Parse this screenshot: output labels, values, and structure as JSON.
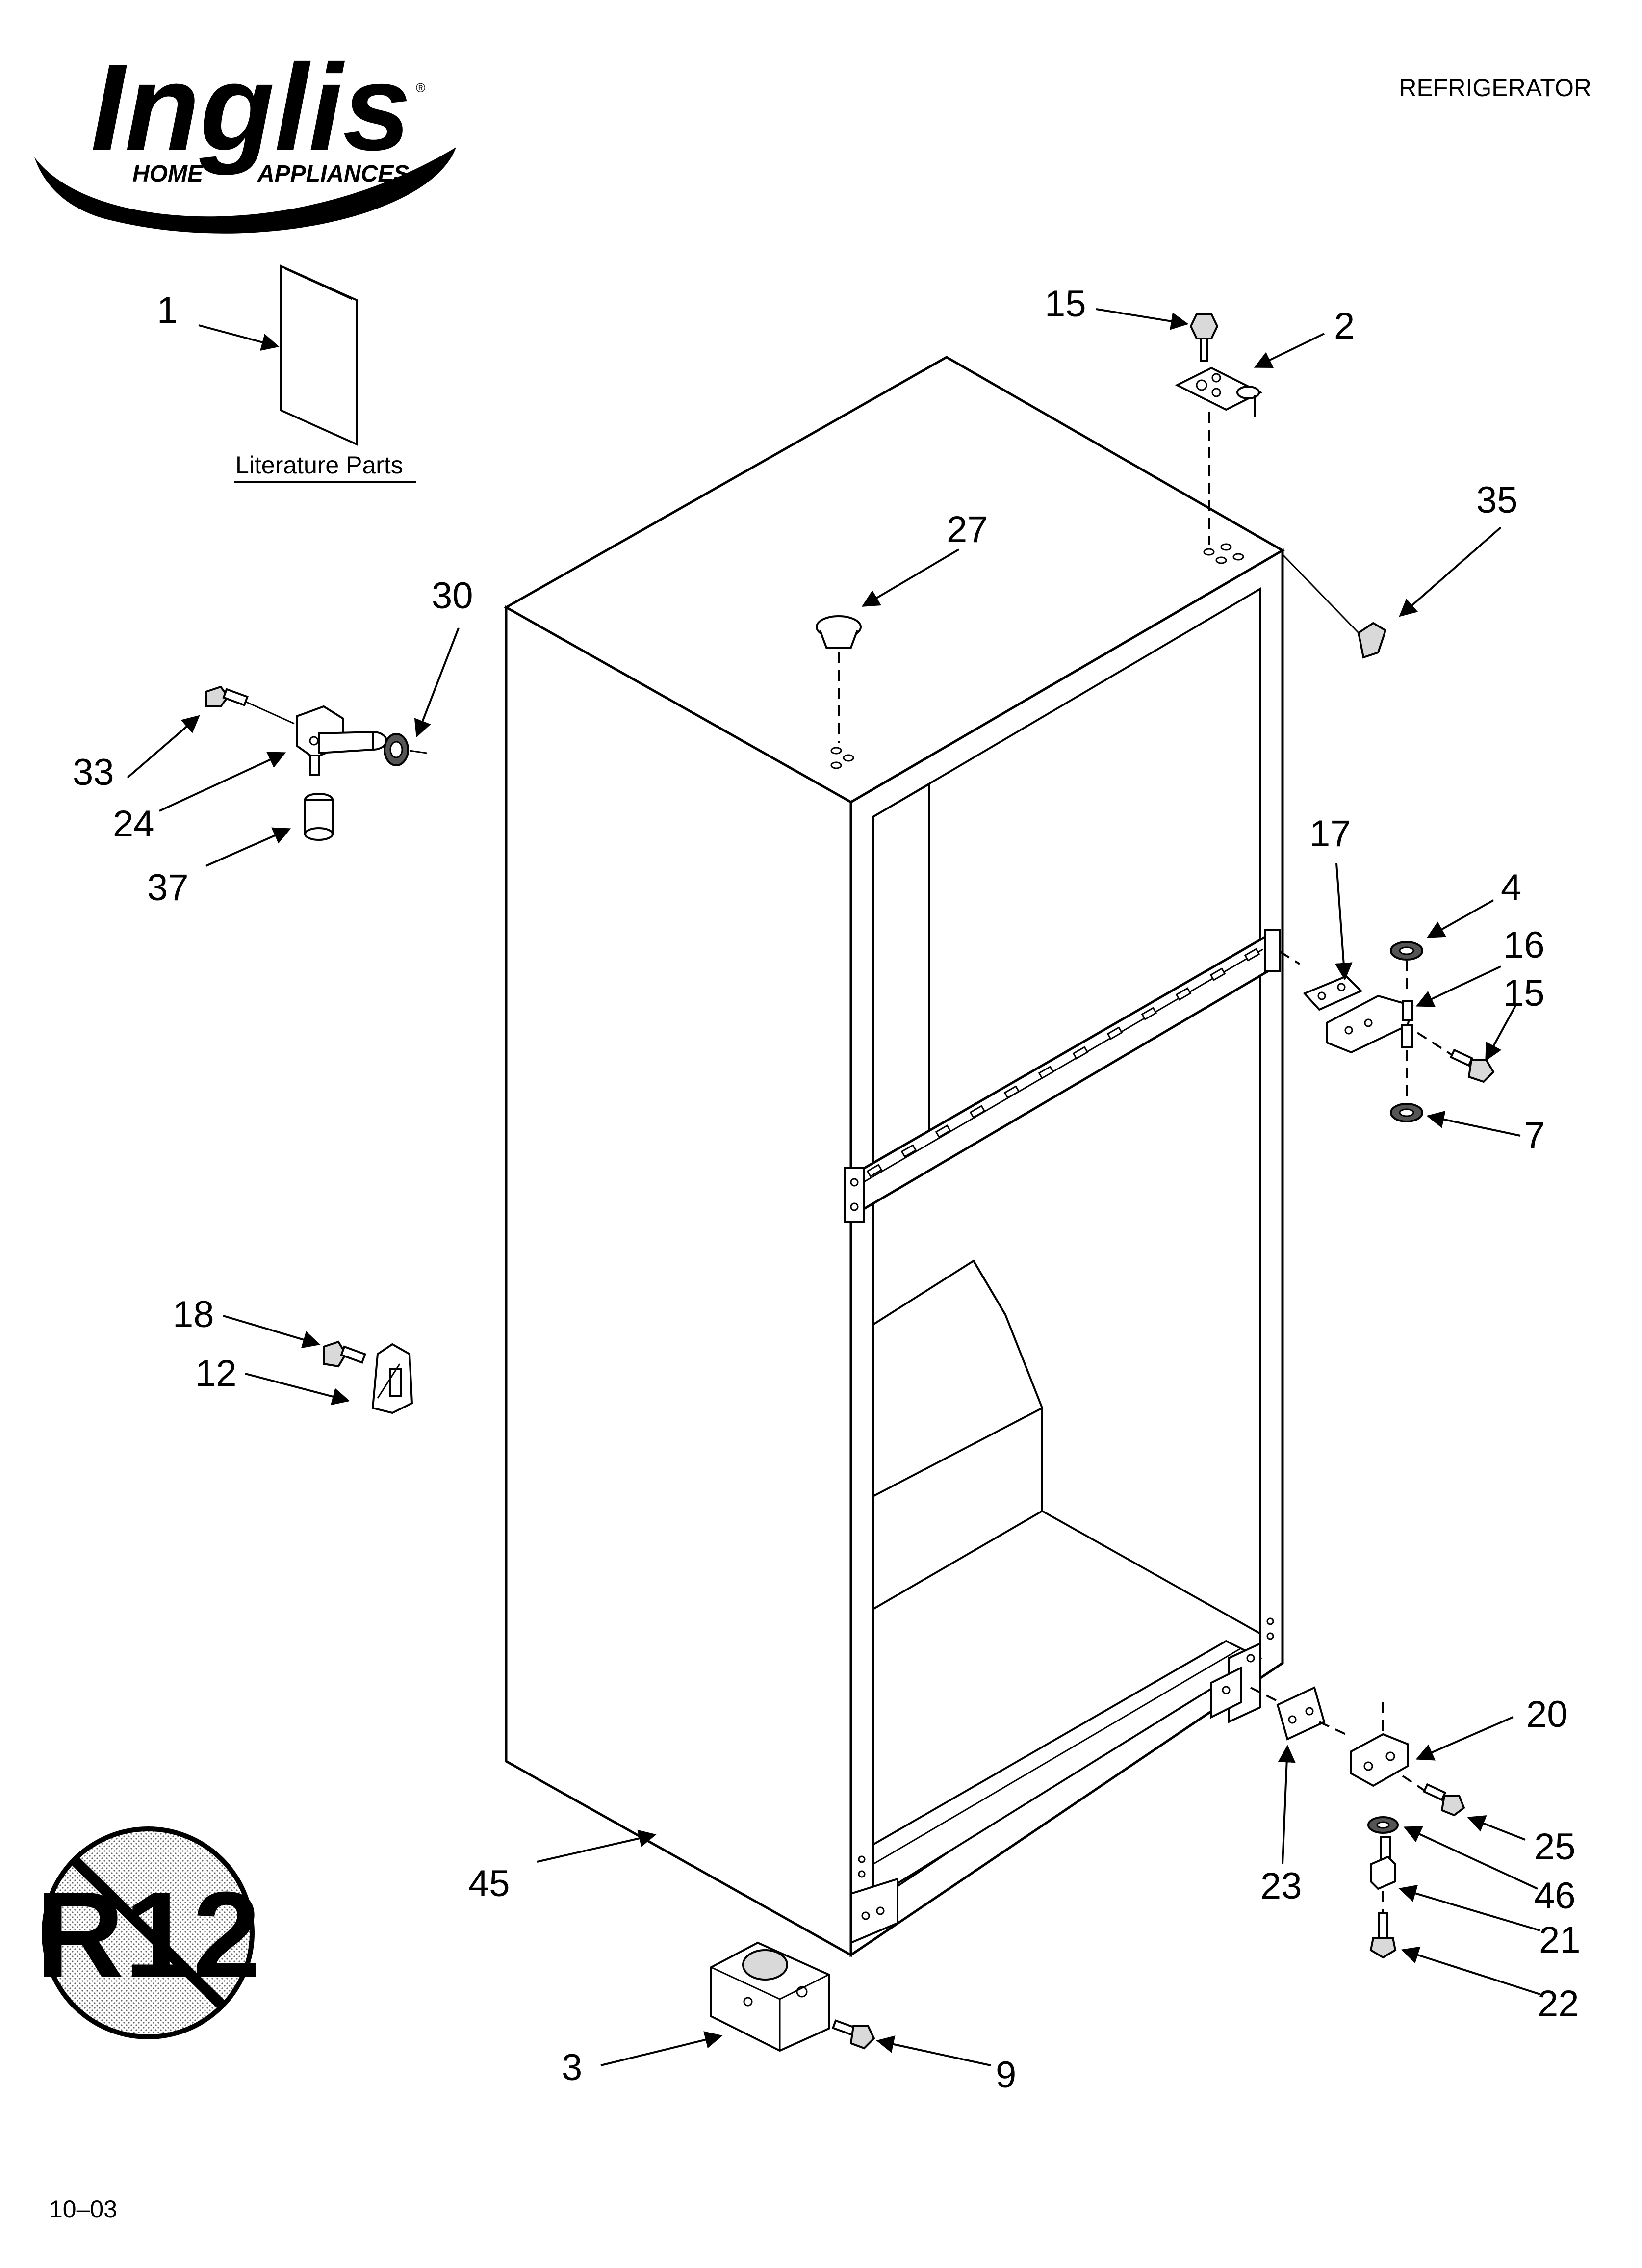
{
  "header": {
    "brand": "Inglis",
    "brand_sub_left": "HOME",
    "brand_sub_right": "APPLIANCES",
    "registered_mark": "®",
    "product_title": "REFRIGERATOR"
  },
  "literature": {
    "label": "Literature Parts"
  },
  "badge": {
    "text": "R12"
  },
  "footer": {
    "revision": "10–03"
  },
  "callouts": {
    "c1": "1",
    "c2": "2",
    "c3": "3",
    "c4": "4",
    "c7": "7",
    "c9": "9",
    "c12": "12",
    "c15a": "15",
    "c15b": "15",
    "c16": "16",
    "c17": "17",
    "c18": "18",
    "c20": "20",
    "c21": "21",
    "c22": "22",
    "c23": "23",
    "c24": "24",
    "c25": "25",
    "c27": "27",
    "c30": "30",
    "c33": "33",
    "c35": "35",
    "c37": "37",
    "c45": "45",
    "c46": "46"
  }
}
